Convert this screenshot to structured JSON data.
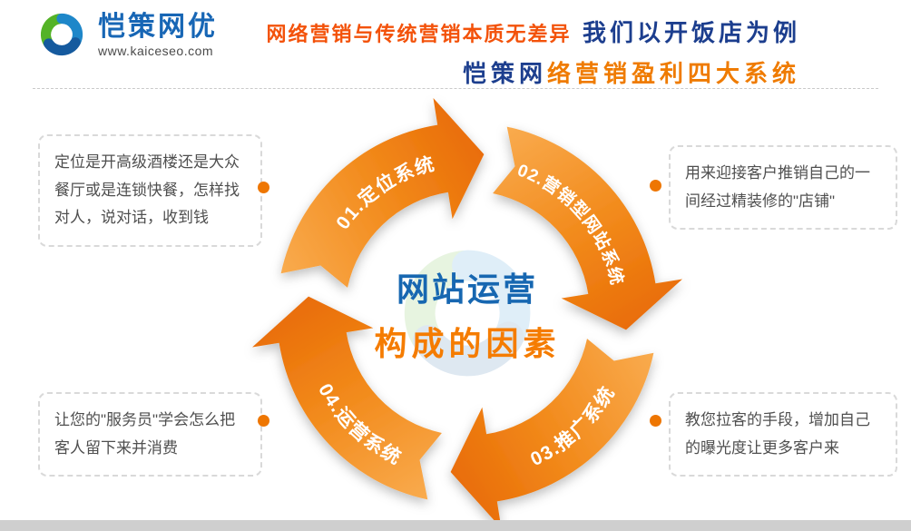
{
  "header": {
    "logo": {
      "brand": "恺策网优",
      "site": "www.kaiceseo.com"
    },
    "line1_orange": "网络营销与传统营销本质无差异",
    "line1_blue": "我们以开饭店为例",
    "line2_blue": "恺策网",
    "line2_orange": "络营销盈利四大系统"
  },
  "diagram": {
    "center_blue": "网站运营",
    "center_orange": "构成的因素",
    "segments": [
      {
        "id": "01",
        "label": "01.定位系统"
      },
      {
        "id": "02",
        "label": "02.营销型网站系统"
      },
      {
        "id": "03",
        "label": "03.推广系统"
      },
      {
        "id": "04",
        "label": "04.运营系统"
      }
    ],
    "callouts": [
      {
        "position": "top-left",
        "text": "定位是开高级酒楼还是大众餐厅或是连锁快餐，怎样找对人，说对话，收到钱"
      },
      {
        "position": "top-right",
        "text": "用来迎接客户推销自己的一间经过精装修的\"店铺\""
      },
      {
        "position": "bottom-left",
        "text": "让您的\"服务员\"学会怎么把客人留下来并消费"
      },
      {
        "position": "bottom-right",
        "text": "教您拉客的手段，增加自己的曝光度让更多客户来"
      }
    ]
  },
  "colors": {
    "brand_blue": "#1766b5",
    "title_orange": "#f3520a",
    "title_blue": "#1c3e8e",
    "accent_orange": "#ee7602",
    "arrow_gradient_start": "#f9ab4e",
    "arrow_gradient_end": "#e96d07"
  }
}
